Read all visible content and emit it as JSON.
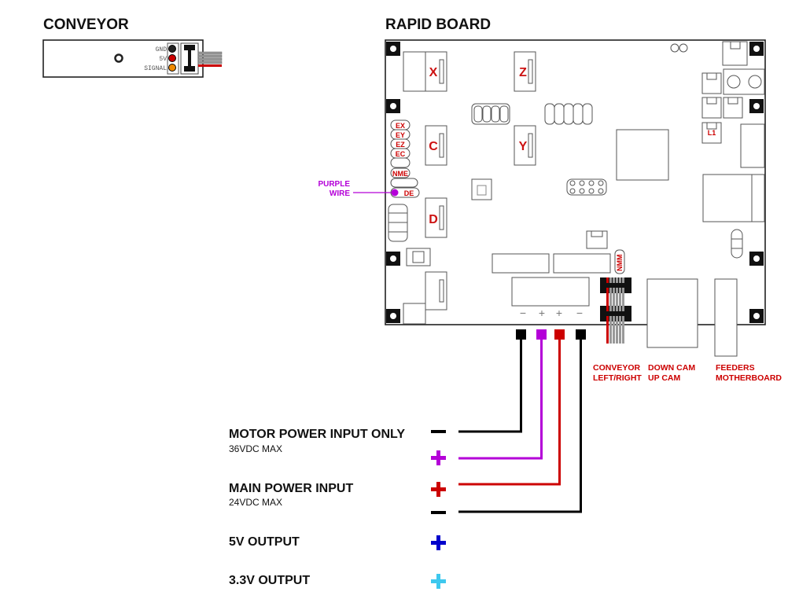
{
  "conveyor": {
    "title": "CONVEYOR",
    "pins": [
      "GND",
      "5V",
      "SIGNAL"
    ],
    "pin_colors": [
      "#222222",
      "#cc0000",
      "#f08a00"
    ]
  },
  "board": {
    "title": "RAPID BOARD",
    "connectors": [
      "X",
      "Z",
      "C",
      "Y",
      "D"
    ],
    "endstops": [
      "EX",
      "EY",
      "EZ",
      "EC"
    ],
    "nme": "NME",
    "de": "DE",
    "l1": "L1",
    "nmm": "NMM",
    "power_signs": [
      "−",
      "+",
      "+",
      "−"
    ]
  },
  "purple_wire": {
    "line1": "PURPLE",
    "line2": "WIRE",
    "color": "#b400d8"
  },
  "port_labels": {
    "conveyor_line1": "CONVEYOR",
    "conveyor_line2": "LEFT/RIGHT",
    "cam_line1": "DOWN CAM",
    "cam_line2": "UP CAM",
    "feeders_line1": "FEEDERS",
    "feeders_line2": "MOTHERBOARD"
  },
  "legend": {
    "motor_title": "MOTOR POWER INPUT ONLY",
    "motor_sub": "36VDC MAX",
    "main_title": "MAIN POWER INPUT",
    "main_sub": "24VDC MAX",
    "out5_title": "5V OUTPUT",
    "out33_title": "3.3V OUTPUT"
  },
  "colors": {
    "black": "#000000",
    "purple": "#b400d8",
    "red": "#cc0000",
    "blue": "#0000cc",
    "cyan": "#3ec8ee"
  }
}
